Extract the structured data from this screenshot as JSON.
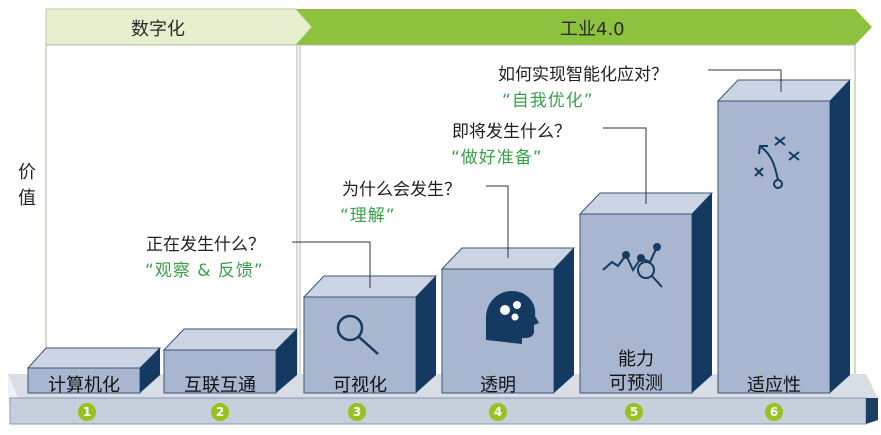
{
  "phases": {
    "digitalization": "数字化",
    "industry": "工业4.0"
  },
  "value_axis": [
    "价",
    "值"
  ],
  "stages": [
    {
      "number": "1",
      "label": "计算机化"
    },
    {
      "number": "2",
      "label": "互联互通"
    },
    {
      "number": "3",
      "label": "可视化",
      "question": "正在发生什么？",
      "answer": "“观察 & 反馈”",
      "icon": "magnifier-icon"
    },
    {
      "number": "4",
      "label": "透明",
      "question": "为什么会发生？",
      "answer": "“理解”",
      "icon": "head-gears-icon"
    },
    {
      "number": "5",
      "label_line1": "能力",
      "label_line2": "可预测",
      "question": "即将发生什么？",
      "answer": "“做好准备”",
      "icon": "analytics-icon"
    },
    {
      "number": "6",
      "label": "适应性",
      "question": "如何实现智能化应对？",
      "answer": "“自我优化”",
      "icon": "strategy-icon"
    }
  ],
  "colors": {
    "block_front": "#a8b6cf",
    "block_top": "#ccd5e4",
    "block_side": "#143a61",
    "digital_banner": "#e6efce",
    "industry_banner": "#8dc23f",
    "badge": "#96c11e",
    "answer_text": "#3aa14a"
  }
}
